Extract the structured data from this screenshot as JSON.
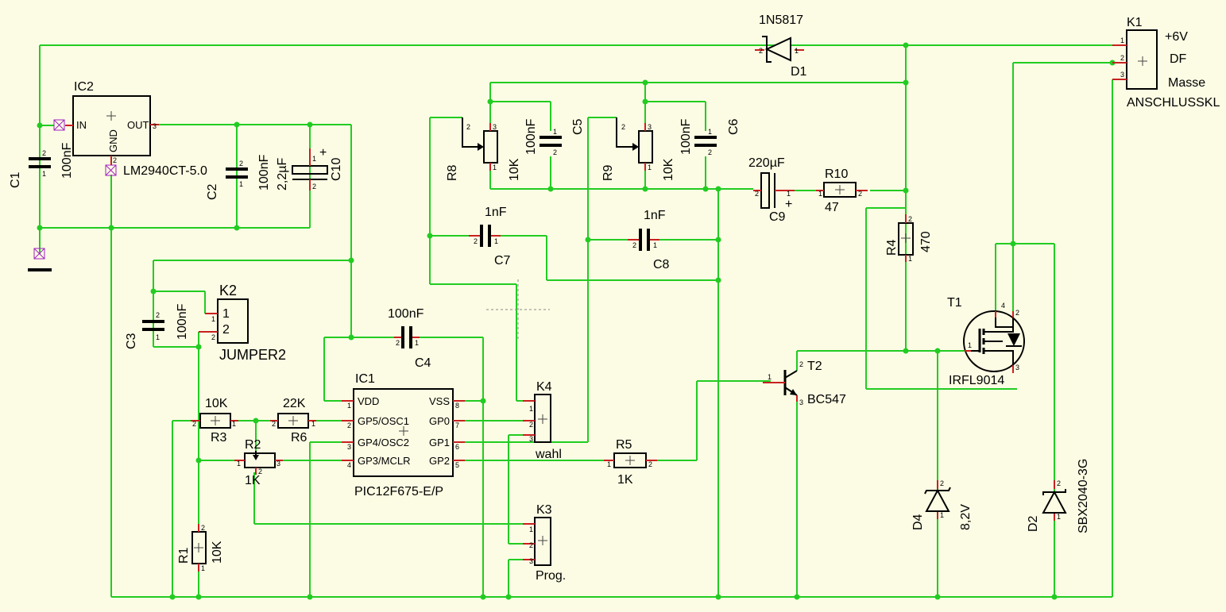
{
  "components": {
    "D1": {
      "ref": "D1",
      "value": "1N5817"
    },
    "K1": {
      "ref": "K1",
      "value": "ANSCHLUSSKL",
      "pins": [
        "+6V",
        "DF",
        "Masse"
      ]
    },
    "IC2": {
      "ref": "IC2",
      "value": "LM2940CT-5.0",
      "pins": [
        "IN",
        "GND",
        "OUT"
      ]
    },
    "C1": {
      "ref": "C1",
      "value": "100nF"
    },
    "C2": {
      "ref": "C2",
      "value": "100nF"
    },
    "C10": {
      "ref": "C10",
      "value": "2,2µF"
    },
    "R8": {
      "ref": "R8",
      "value": "10K"
    },
    "C5": {
      "ref": "C5",
      "value": "100nF"
    },
    "R9": {
      "ref": "R9",
      "value": "10K"
    },
    "C6": {
      "ref": "C6",
      "value": "100nF"
    },
    "C9": {
      "ref": "C9",
      "value": "220µF"
    },
    "R10": {
      "ref": "R10",
      "value": "47"
    },
    "C7": {
      "ref": "C7",
      "value": "1nF"
    },
    "C8": {
      "ref": "C8",
      "value": "1nF"
    },
    "R4": {
      "ref": "R4",
      "value": "470"
    },
    "K2": {
      "ref": "K2",
      "value": "JUMPER2",
      "pins": [
        "1",
        "2"
      ]
    },
    "C3": {
      "ref": "C3",
      "value": "100nF"
    },
    "C4": {
      "ref": "C4",
      "value": "100nF"
    },
    "IC1": {
      "ref": "IC1",
      "value": "PIC12F675-E/P",
      "pins": [
        "VDD",
        "GP5/OSC1",
        "GP4/OSC2",
        "GP3/MCLR",
        "VSS",
        "GP0",
        "GP1",
        "GP2"
      ]
    },
    "K4": {
      "ref": "K4",
      "value": "wahl"
    },
    "K3": {
      "ref": "K3",
      "value": "Prog."
    },
    "T1": {
      "ref": "T1",
      "value": "IRFL9014"
    },
    "T2": {
      "ref": "T2",
      "value": "BC547"
    },
    "R3": {
      "ref": "R3",
      "value": "10K"
    },
    "R6": {
      "ref": "R6",
      "value": "22K"
    },
    "R2": {
      "ref": "R2",
      "value": "1K"
    },
    "R5": {
      "ref": "R5",
      "value": "1K"
    },
    "R1": {
      "ref": "R1",
      "value": "10K"
    },
    "D4": {
      "ref": "D4",
      "value": "8,2V"
    },
    "D2": {
      "ref": "D2",
      "value": "SBX2040-3G"
    }
  },
  "colors": {
    "background": "#fcfce4",
    "wire": "#22cc22",
    "pin": "#c82020",
    "body": "#000000"
  }
}
